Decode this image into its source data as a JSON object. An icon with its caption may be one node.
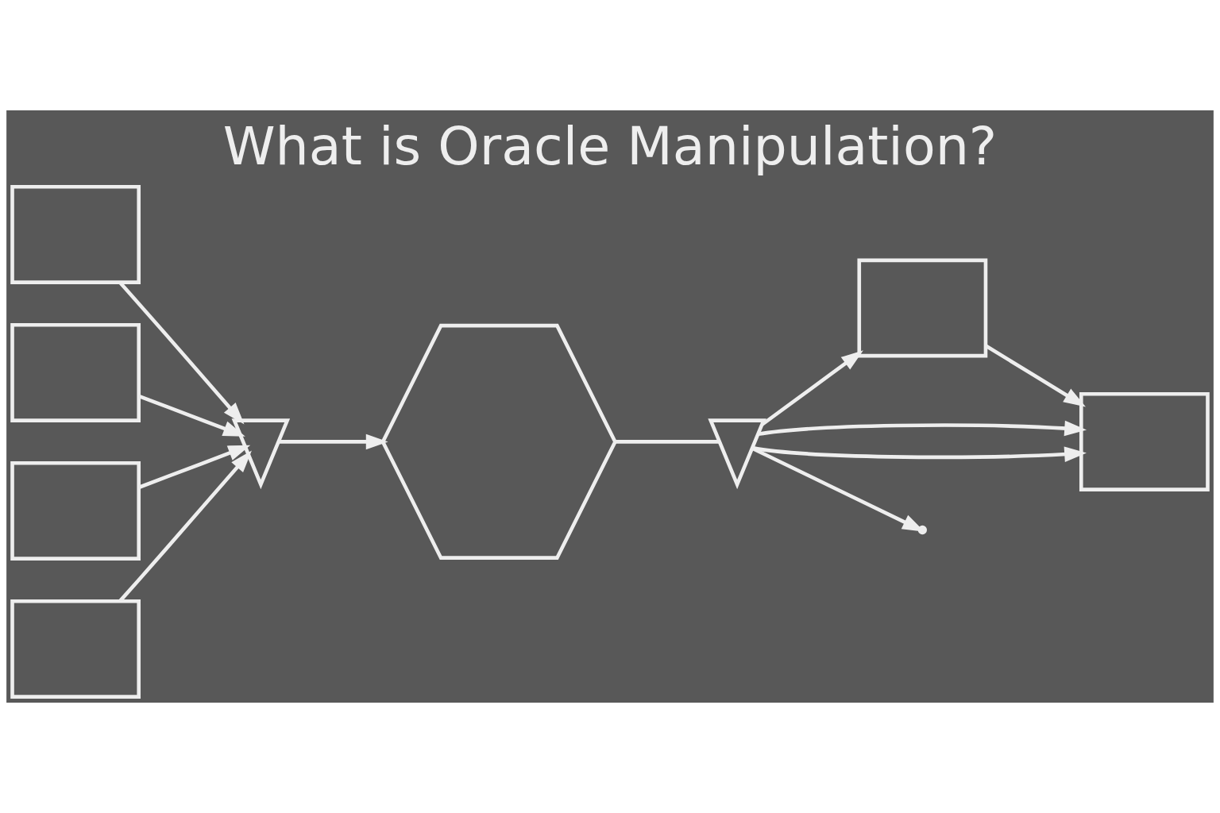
{
  "diagram": {
    "title": "What is Oracle Manipulation?",
    "nodes": [
      {
        "text": [],
        "shape": "box"
      },
      {
        "text": [],
        "shape": "box"
      },
      {
        "text": [],
        "shape": "box"
      },
      {
        "text": [],
        "shape": "box"
      },
      {
        "text": [],
        "shape": "hourglass"
      },
      {
        "text": [],
        "shape": "network"
      },
      {
        "text": [],
        "shape": "hourglass"
      },
      {
        "text": [],
        "shape": "box"
      },
      {
        "text": [],
        "shape": "box"
      }
    ],
    "edges": [
      {
        "from": 0,
        "to": 4,
        "arrow": "to"
      },
      {
        "from": 1,
        "to": 4,
        "arrow": "to"
      },
      {
        "from": 2,
        "to": 4,
        "arrow": "to"
      },
      {
        "from": 3,
        "to": 4,
        "arrow": "to"
      },
      {
        "from": 4,
        "to": 5,
        "arrow": "to"
      },
      {
        "from": 5,
        "to": 6,
        "arrow": "none"
      },
      {
        "from": 6,
        "to": 7,
        "arrow": "to"
      },
      {
        "from": 6,
        "to": 8,
        "arrow": "to"
      },
      {
        "from": 6,
        "to": 8,
        "arrow": "to"
      },
      {
        "from": 6,
        "to": null,
        "arrow": "to"
      },
      {
        "from": 7,
        "to": 8,
        "arrow": "to"
      }
    ]
  }
}
